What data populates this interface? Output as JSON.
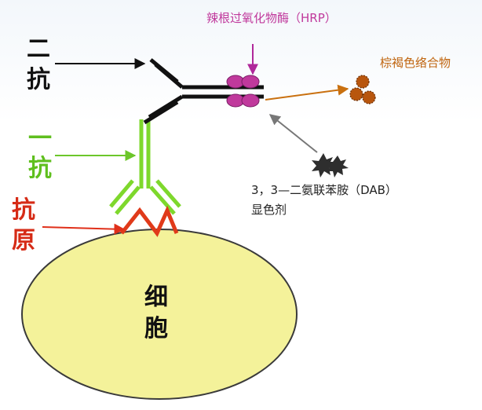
{
  "labels": {
    "hrp": "辣根过氧化物酶（HRP）",
    "brown_complex": "棕褐色络合物",
    "secondary_antibody_line1": "二",
    "secondary_antibody_line2": "抗",
    "primary_antibody_line1": "一",
    "primary_antibody_line2": "抗",
    "antigen_line1": "抗",
    "antigen_line2": "原",
    "dab_line1": "3，3—二氨联苯胺（DAB）",
    "dab_line2": "显色剂",
    "cell_line1": "细",
    "cell_line2": "胞"
  },
  "colors": {
    "hrp": "#c0399c",
    "brown_complex": "#c0650f",
    "secondary_antibody": "#111111",
    "primary_antibody": "#7ed82c",
    "primary_label": "#5fbf1e",
    "antigen": "#e03a1a",
    "antigen_label": "#d62b16",
    "dab": "#333333",
    "cell_fill": "#f4f29a",
    "cell_stroke": "#3a3a3a"
  }
}
